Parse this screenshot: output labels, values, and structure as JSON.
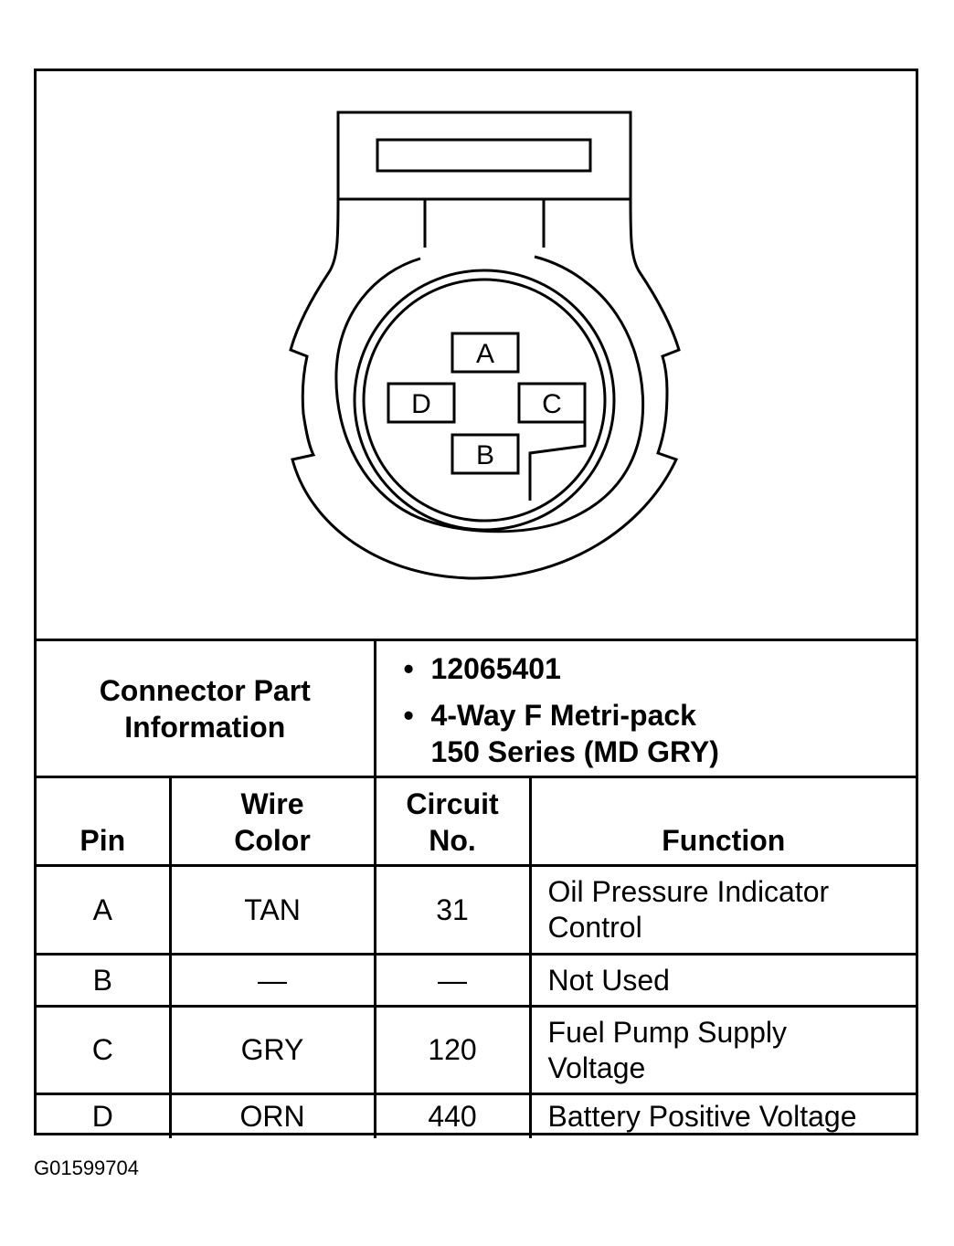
{
  "connector": {
    "cavities": [
      "A",
      "B",
      "C",
      "D"
    ]
  },
  "part_info": {
    "label": "Connector Part Information",
    "label_line1": "Connector Part",
    "label_line2": "Information",
    "part_number": "12065401",
    "description_line1": "4-Way F Metri-pack",
    "description_line2": "150 Series (MD GRY)"
  },
  "table": {
    "headers": {
      "pin": "Pin",
      "wire_color_line1": "Wire",
      "wire_color_line2": "Color",
      "circuit_line1": "Circuit",
      "circuit_line2": "No.",
      "function": "Function"
    },
    "rows": [
      {
        "pin": "A",
        "wire_color": "TAN",
        "circuit": "31",
        "function_line1": "Oil Pressure Indicator",
        "function_line2": "Control"
      },
      {
        "pin": "B",
        "wire_color": "—",
        "circuit": "—",
        "function_line1": "Not Used",
        "function_line2": ""
      },
      {
        "pin": "C",
        "wire_color": "GRY",
        "circuit": "120",
        "function_line1": "Fuel Pump Supply",
        "function_line2": "Voltage"
      },
      {
        "pin": "D",
        "wire_color": "ORN",
        "circuit": "440",
        "function_line1": "Battery Positive Voltage",
        "function_line2": ""
      }
    ]
  },
  "figure_id": "G01599704"
}
